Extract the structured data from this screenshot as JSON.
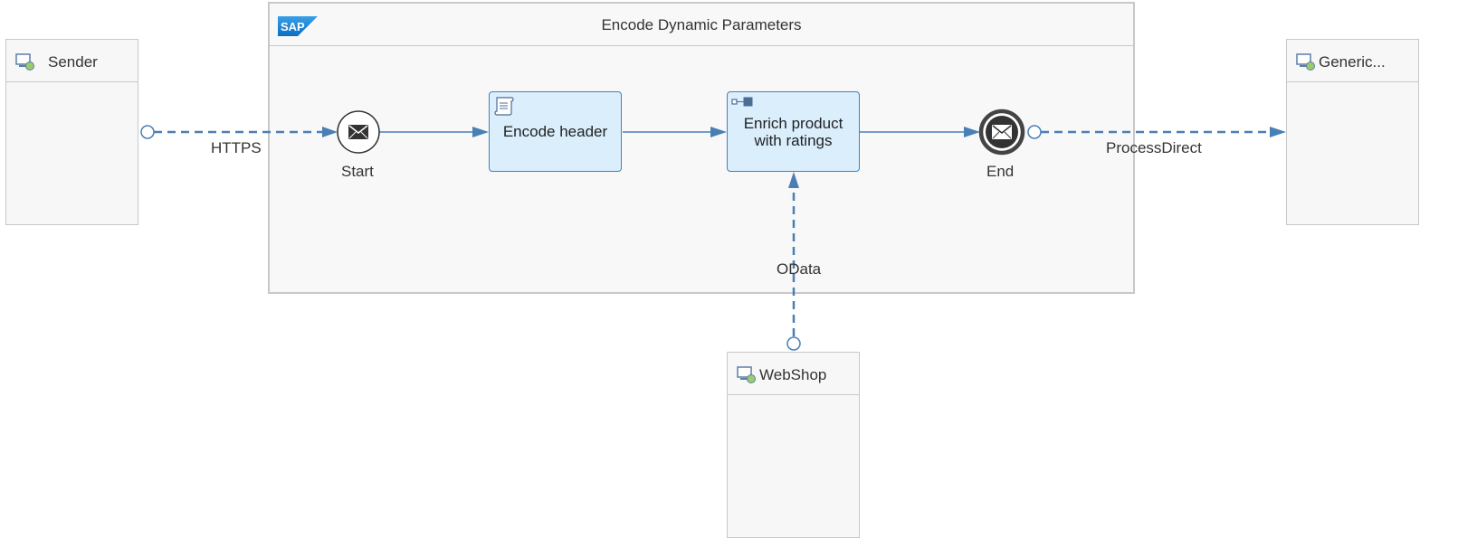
{
  "integration_flow": {
    "title": "Encode Dynamic Parameters",
    "logo_text": "SAP"
  },
  "participants": {
    "sender": {
      "label": "Sender"
    },
    "receiver": {
      "label": "Generic..."
    },
    "webshop": {
      "label": "WebShop"
    }
  },
  "events": {
    "start": {
      "label": "Start"
    },
    "end": {
      "label": "End"
    }
  },
  "steps": {
    "encode_header": {
      "label": "Encode header"
    },
    "enrich_product": {
      "line1": "Enrich product",
      "line2": "with ratings"
    }
  },
  "connections": {
    "sender_to_start": {
      "label": "HTTPS"
    },
    "end_to_receiver": {
      "label": "ProcessDirect"
    },
    "webshop_to_enrich": {
      "label": "OData"
    }
  },
  "colors": {
    "accent": "#4a7fb5",
    "step_fill": "#daeefc",
    "participant_fill": "#f7f7f7",
    "border": "#c8c8c8"
  }
}
